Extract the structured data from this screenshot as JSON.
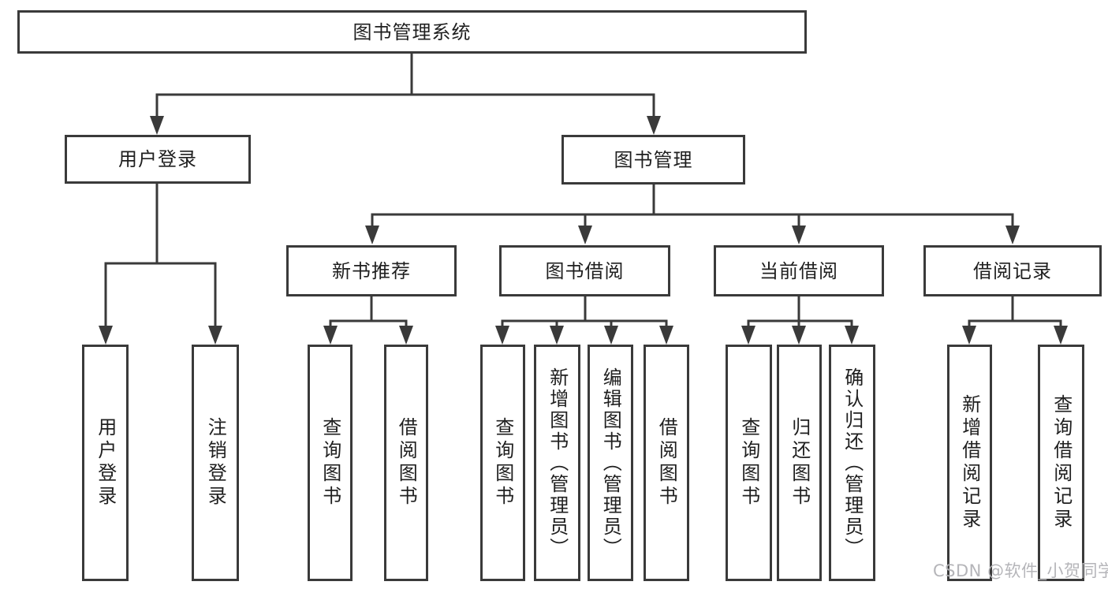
{
  "tree": {
    "label": "图书管理系统",
    "children": [
      {
        "label": "用户登录",
        "children": [
          {
            "label": "用户登录"
          },
          {
            "label": "注销登录"
          }
        ]
      },
      {
        "label": "图书管理",
        "children": [
          {
            "label": "新书推荐",
            "children": [
              {
                "label": "查询图书"
              },
              {
                "label": "借阅图书"
              }
            ]
          },
          {
            "label": "图书借阅",
            "children": [
              {
                "label": "查询图书"
              },
              {
                "label": "新增图书（管理员）"
              },
              {
                "label": "编辑图书（管理员）"
              },
              {
                "label": "借阅图书"
              }
            ]
          },
          {
            "label": "当前借阅",
            "children": [
              {
                "label": "查询图书"
              },
              {
                "label": "归还图书"
              },
              {
                "label": "确认归还（管理员）"
              }
            ]
          },
          {
            "label": "借阅记录",
            "children": [
              {
                "label": "新增借阅记录"
              },
              {
                "label": "查询借阅记录"
              }
            ]
          }
        ]
      }
    ]
  },
  "watermark": {
    "text": "CSDN @软件_小贺同学"
  },
  "colors": {
    "line": "#3a3a3a",
    "text": "#1f1f1f",
    "bg": "#ffffff",
    "watermark": "#b2b2b6"
  }
}
